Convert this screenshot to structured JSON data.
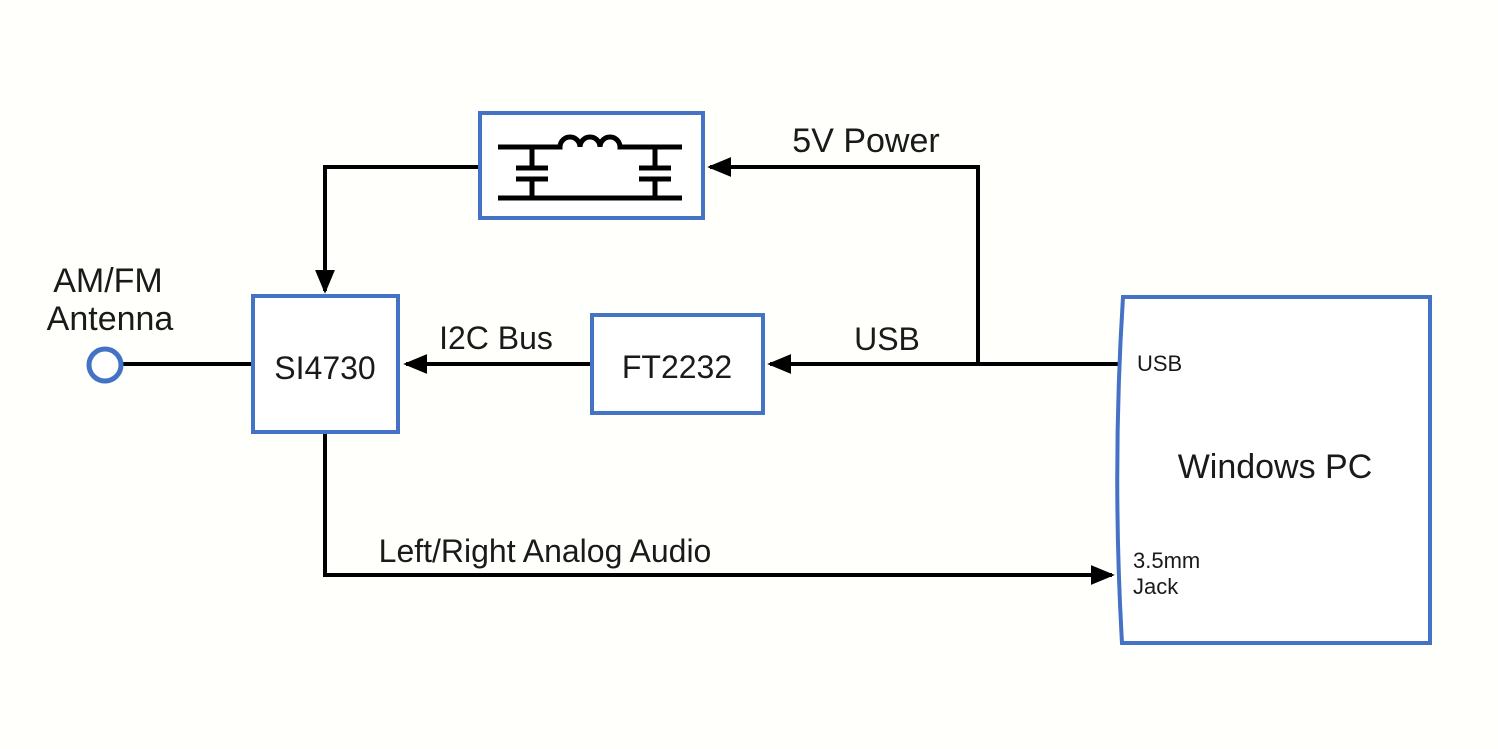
{
  "colors": {
    "accent": "#4472C4",
    "wire": "#000000",
    "text": "#1a1a1a",
    "background": "#fffffc"
  },
  "nodes": {
    "antenna": {
      "label_line1": "AM/FM",
      "label_line2": "Antenna",
      "icon": "circle-terminal"
    },
    "power_filter": {
      "icon": "lc-pi-filter"
    },
    "si4730": {
      "label": "SI4730"
    },
    "ft2232": {
      "label": "FT2232"
    },
    "windows_pc": {
      "label": "Windows PC",
      "usb_port_label": "USB",
      "jack_label_line1": "3.5mm",
      "jack_label_line2": "Jack"
    }
  },
  "edges": {
    "power_5v": {
      "label": "5V Power"
    },
    "usb": {
      "label": "USB"
    },
    "i2c": {
      "label": "I2C Bus"
    },
    "audio": {
      "label": "Left/Right Analog Audio"
    }
  }
}
